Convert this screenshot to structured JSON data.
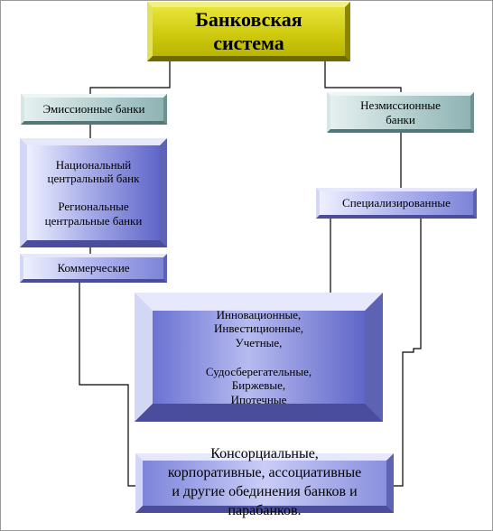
{
  "diagram": {
    "title_line1": "Банковская",
    "title_line2": "система",
    "emission": "Эмиссионные банки",
    "nonemission_line1": "Незмиссионные",
    "nonemission_line2": "банки",
    "central_line1": "Национальный",
    "central_line2": "центральный банк",
    "central_line3": "Региональные",
    "central_line4": "центральные банки",
    "commercial": "Коммерческие",
    "specialized": "Специализированные",
    "types_line1": "Инновационные,",
    "types_line2": "Инвестиционные,",
    "types_line3": "Учетные,",
    "types_line4": "Судосберегательные,",
    "types_line5": "Биржевые,",
    "types_line6": "Ипотечные",
    "assoc_line1": "Консорциальные,",
    "assoc_line2": "корпоративные, ассоциативные",
    "assoc_line3": "и другие обединения банков и",
    "assoc_line4": "парабанков."
  }
}
